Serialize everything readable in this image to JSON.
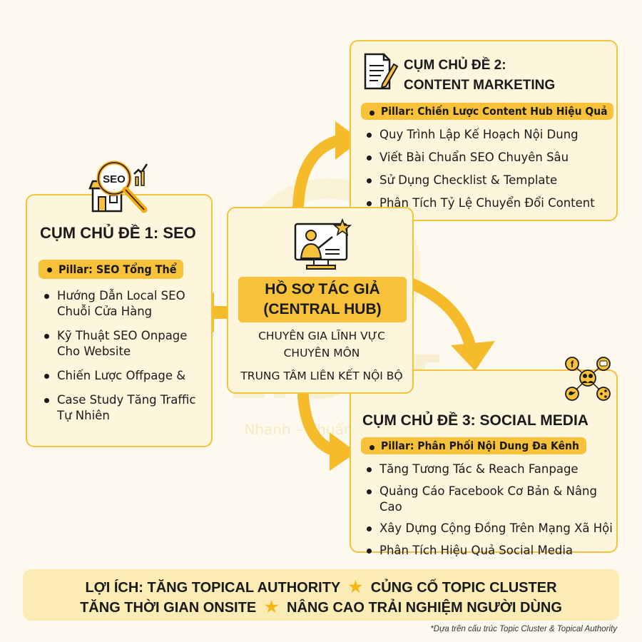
{
  "watermark": {
    "brand": "LIGHT",
    "tagline": "Nhanh – Chuẩn – Gọn"
  },
  "hub": {
    "title_line1": "HỒ SƠ TÁC GIẢ",
    "title_line2": "(CENTRAL HUB)",
    "line1": "CHUYÊN GIA LĨNH VỰC",
    "line2": "CHUYÊN MÔN",
    "line3": "TRUNG TÂM LIÊN KẾT NỘI BỘ",
    "icon": "presenter-monitor-icon"
  },
  "seo_cluster": {
    "title": "CỤM CHỦ ĐỀ 1: SEO",
    "pillar": "Pillar: SEO Tổng Thể",
    "items": [
      "Hướng Dẫn Local SEO Chuỗi Cửa Hàng",
      "Kỹ Thuật SEO Onpage Cho Website",
      "Chiến Lược Offpage &",
      "Case Study Tăng Traffic Tự Nhiên"
    ],
    "icon_label": "SEO",
    "icon": "seo-magnifier-icon"
  },
  "content_cluster": {
    "title_line1": "CỤM CHỦ ĐỀ 2:",
    "title_line2": "CONTENT MARKETING",
    "pillar": "Pillar: Chiến Lược Content Hub Hiệu Quả",
    "items": [
      "Quy Trình Lập Kế Hoạch Nội Dung",
      "Viết Bài Chuẩn SEO Chuyên Sâu",
      "Sử Dụng Checklist & Template",
      "Phân Tích Tỷ Lệ Chuyển Đổi Content"
    ],
    "icon": "document-pencil-icon"
  },
  "social_cluster": {
    "title": "CỤM CHỦ ĐỀ 3: SOCIAL MEDIA",
    "pillar": "Pillar: Phân Phối Nội Dung Đa Kênh",
    "items": [
      "Tăng Tương Tác & Reach Fanpage",
      "Quảng Cáo Facebook Cơ Bản & Nâng Cao",
      "Xây Dựng Cộng Đồng Trên Mạng Xã Hội",
      "Phân Tích Hiệu Quả Social Media"
    ],
    "icon": "social-network-icon"
  },
  "benefits": {
    "row1_label": "LỢI ÍCH:",
    "row1_a": "TĂNG TOPICAL AUTHORITY",
    "row1_b": "CỦNG CỐ TOPIC CLUSTER",
    "row2_a": "TĂNG THỜI GIAN ONSITE",
    "row2_b": "NÂNG CAO TRẢI NGHIỆM NGƯỜI DÙNG",
    "star_glyph": "★"
  },
  "footnote": "*Dựa trên cấu trúc Topic Cluster & Topical Authority",
  "colors": {
    "accent": "#f7c23a",
    "card_bg": "#fdf5dc",
    "border": "#f4c33c",
    "arrow": "#f5bb2a"
  }
}
